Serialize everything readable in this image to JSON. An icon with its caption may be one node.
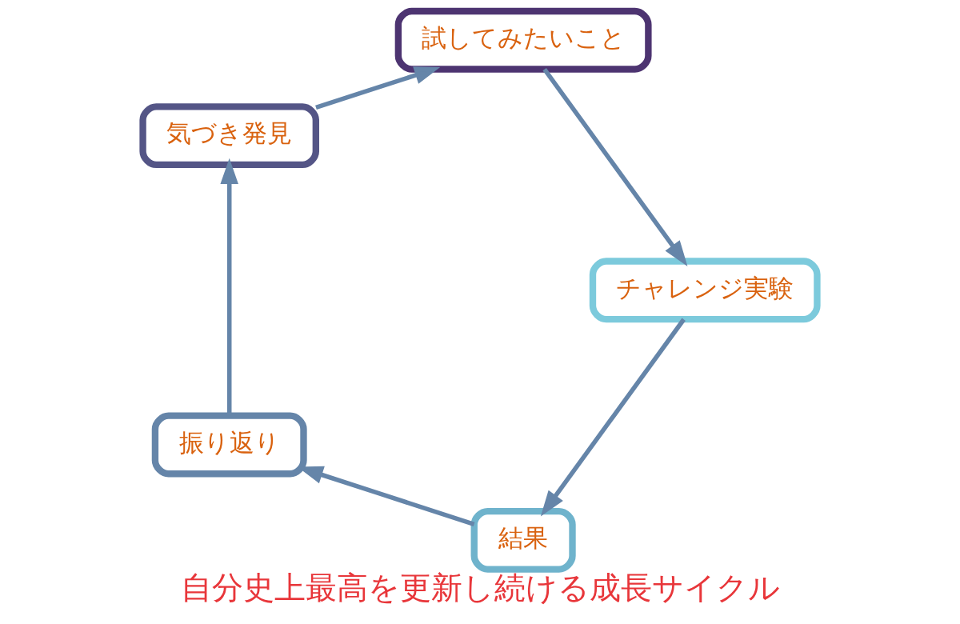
{
  "diagram": {
    "title": "自分史上最高を更新し続ける成長サイクル",
    "nodes": [
      {
        "text": [
          "結果"
        ]
      },
      {
        "text": [
          "振り返り"
        ]
      },
      {
        "text": [
          "気づき発見"
        ]
      },
      {
        "text": [
          "試してみたいこと"
        ]
      },
      {
        "text": [
          "チャレンジ実験"
        ]
      }
    ],
    "edges": [
      {
        "from": 4,
        "to": 0,
        "arrow": "to"
      },
      {
        "from": 0,
        "to": 1,
        "arrow": "to"
      },
      {
        "from": 1,
        "to": 2,
        "arrow": "to"
      },
      {
        "from": 2,
        "to": 3,
        "arrow": "to"
      },
      {
        "from": 3,
        "to": 4,
        "arrow": "to"
      }
    ]
  }
}
